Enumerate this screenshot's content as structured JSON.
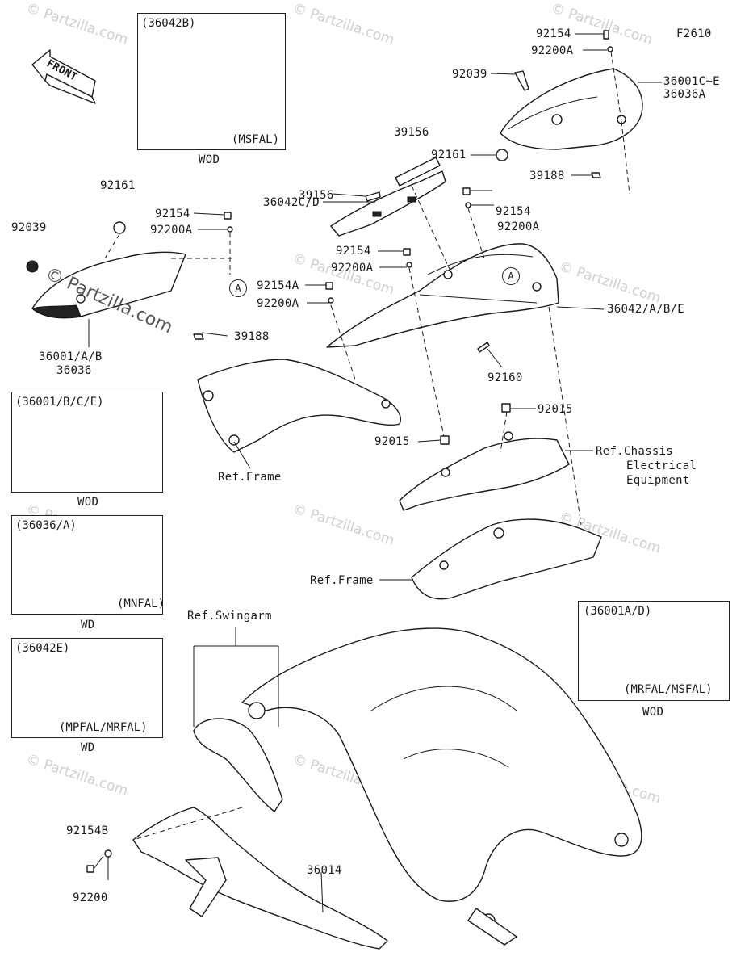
{
  "diagram_id": "F2610",
  "front_label": "FRONT",
  "watermark": "© Partzilla.com",
  "watermark_featured": "© Partzilla.com",
  "callout": "A",
  "labels": {
    "p92154_top": "92154",
    "p92200A_top": "92200A",
    "p92039_top": "92039",
    "p36001C_E": "36001C~E",
    "p36036A": "36036A",
    "p92161_top": "92161",
    "p39188_top": "39188",
    "p39156_a": "39156",
    "p39156_b": "39156",
    "p36042C_D": "36042C/D",
    "p92154_mid": "92154",
    "p92200A_mid": "92200A",
    "p92154_c": "92154",
    "p92200A_c": "92200A",
    "p92154A": "92154A",
    "p92200A_d": "92200A",
    "p36042": "36042/A/B/E",
    "p92160": "92160",
    "p92015_a": "92015",
    "p92015_b": "92015",
    "ref_chassis_1": "Ref.Chassis",
    "ref_chassis_2": "Electrical",
    "ref_chassis_3": "Equipment",
    "ref_frame_1": "Ref.Frame",
    "ref_frame_2": "Ref.Frame",
    "ref_swingarm": "Ref.Swingarm",
    "p92161_left": "92161",
    "p92039_left": "92039",
    "p92154_left": "92154",
    "p92200A_left": "92200A",
    "p39188_left": "39188",
    "p36001AB": "36001/A/B",
    "p36036": "36036",
    "p92154B": "92154B",
    "p92200": "92200",
    "p36014": "36014"
  },
  "variant_boxes": [
    {
      "title": "(36042B)",
      "note": "(MSFAL)",
      "caption": "WOD"
    },
    {
      "title": "(36001/B/C/E)",
      "note": "",
      "caption": "WOD"
    },
    {
      "title": "(36036/A)",
      "note": "(MNFAL)",
      "caption": "WD"
    },
    {
      "title": "(36042E)",
      "note": "(MPFAL/MRFAL)",
      "caption": "WD"
    },
    {
      "title": "(36001A/D)",
      "note": "(MRFAL/MSFAL)",
      "caption": "WOD"
    }
  ]
}
